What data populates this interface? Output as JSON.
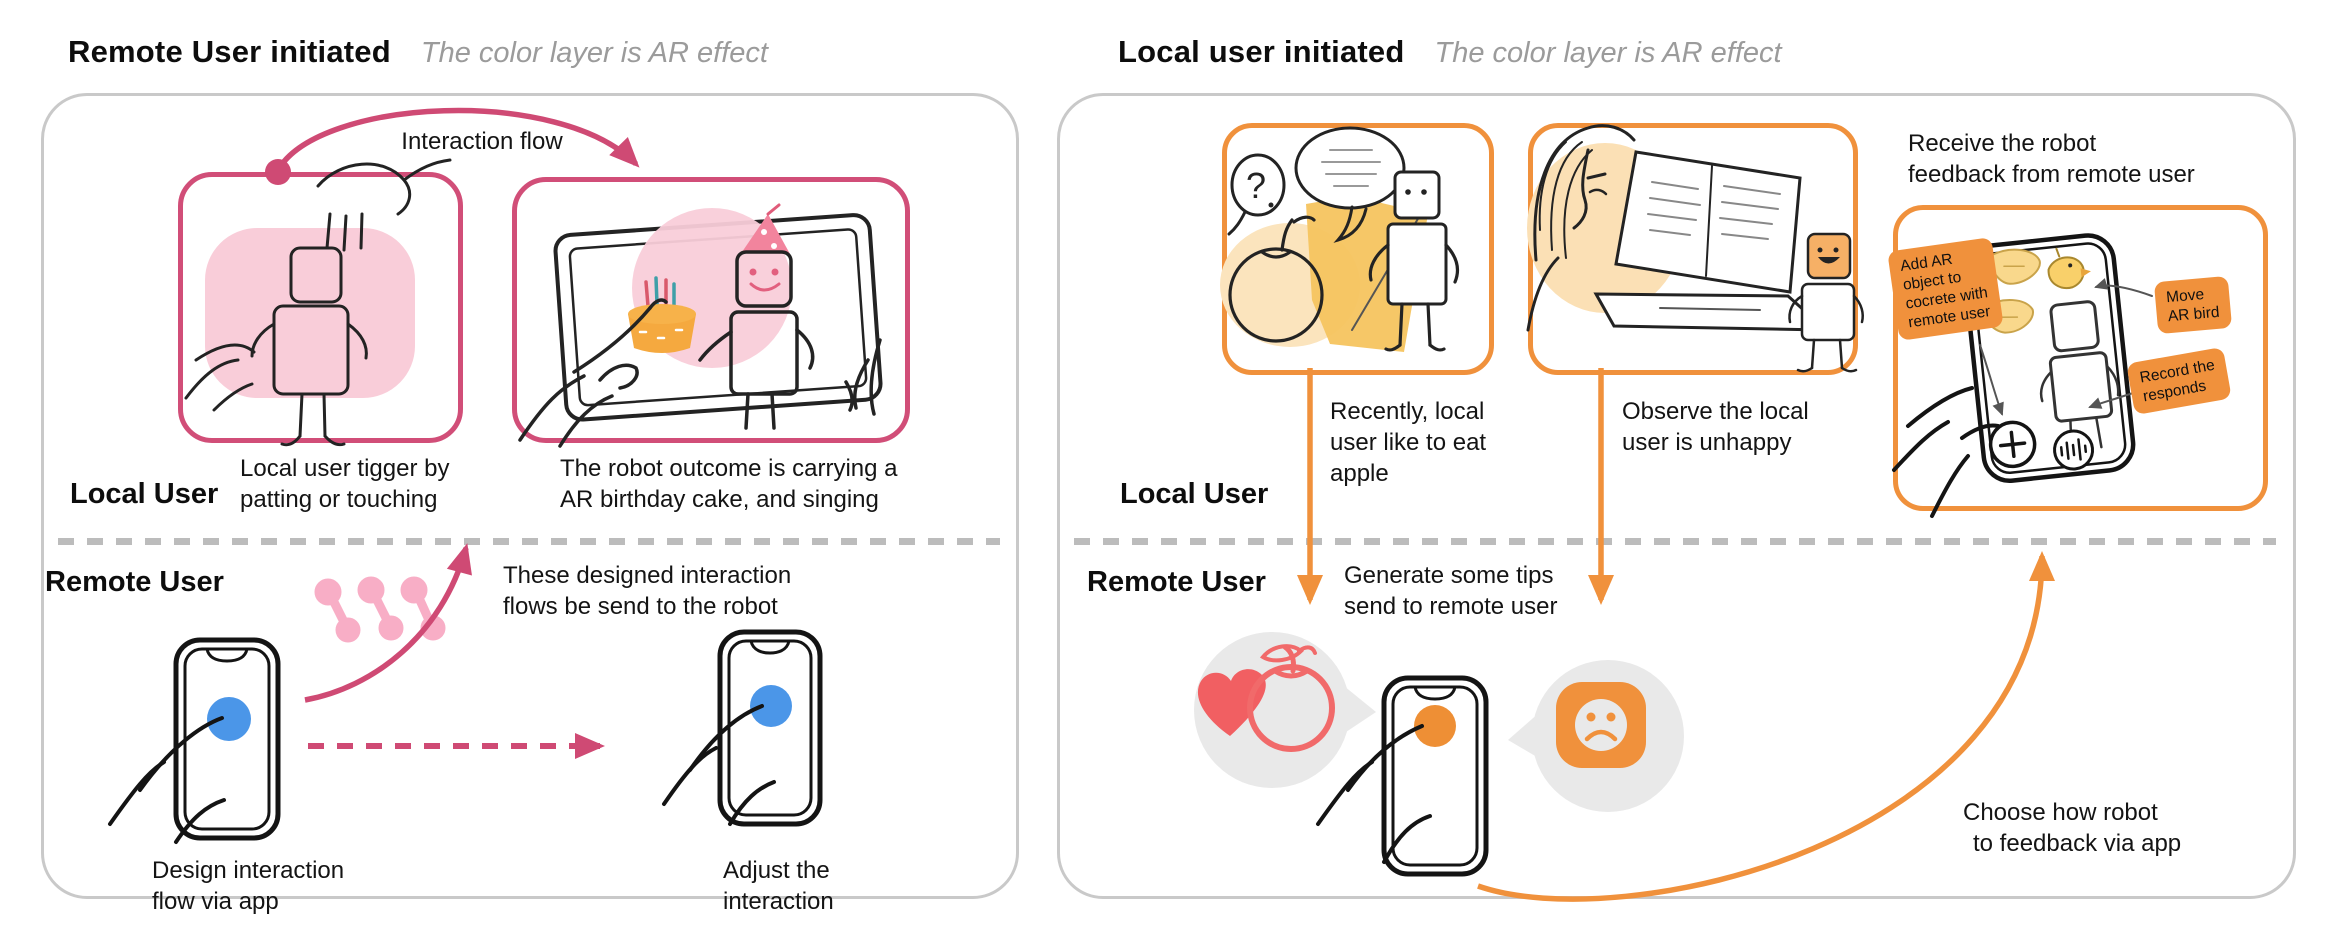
{
  "colors": {
    "pink": "#d14e78",
    "pink_light": "#f9cdd9",
    "pink_soft": "#f8aec6",
    "blue": "#4b96e8",
    "orange": "#f0913c",
    "orange_blob": "#fbe3bb",
    "yellow": "#f6c45f",
    "bubble_gray": "#e9e9e9",
    "coral": "#f15f62",
    "panel_border": "#c9c9c9"
  },
  "left_panel": {
    "title": "Remote User initiated",
    "subtitle": "The color layer is AR effect",
    "flow_label": "Interaction flow",
    "local_label": "Local User",
    "remote_label": "Remote User",
    "caption_trigger": [
      "Local user tigger by",
      "patting or touching"
    ],
    "caption_outcome": [
      "The robot outcome is carrying a",
      "AR birthday cake, and singing"
    ],
    "note_send": [
      "These designed interaction",
      "flows be send to the robot"
    ],
    "caption_design": [
      "Design interaction",
      "flow via app"
    ],
    "caption_adjust": [
      "Adjust the",
      "interaction"
    ]
  },
  "right_panel": {
    "title": "Local user initiated",
    "subtitle": "The color layer is AR effect",
    "local_label": "Local User",
    "remote_label": "Remote User",
    "caption_apple": [
      "Recently, local",
      "user like to eat",
      "apple"
    ],
    "caption_unhappy": [
      "Observe the local",
      "user is unhappy"
    ],
    "heading_receive": [
      "Receive the robot",
      "feedback from remote user"
    ],
    "note_generate": [
      "Generate some tips",
      "send to remote user"
    ],
    "note_choose": [
      "Choose how robot",
      "to feedback via app"
    ],
    "tag_add_ar": [
      "Add AR",
      "object to",
      "cocrete with",
      "remote user"
    ],
    "tag_move": [
      "Move",
      "AR bird"
    ],
    "tag_record": [
      "Record the",
      "responds"
    ],
    "question_mark": "?"
  }
}
